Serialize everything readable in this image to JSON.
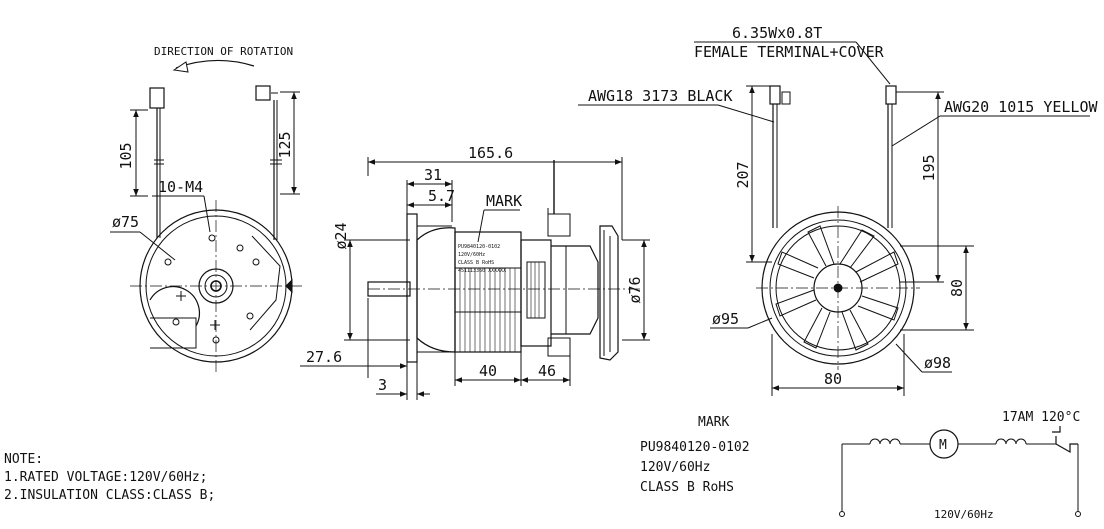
{
  "colors": {
    "ink": "#111111",
    "background": "#ffffff"
  },
  "left_view": {
    "rotation_label": "DIRECTION OF ROTATION",
    "dim_lead_left": "105",
    "dim_lead_right": "125",
    "dim_holes": "10-M4",
    "dim_diameter": "ø75"
  },
  "side_view": {
    "dim_overall_length": "165.6",
    "dim_a": "31",
    "dim_b": "5.7",
    "mark_label": "MARK",
    "dim_shaft_dia": "ø24",
    "dim_fan_dia": "ø76",
    "dim_shaft_ext": "27.6",
    "dim_flange": "3",
    "dim_stator": "40",
    "dim_fan_depth": "46",
    "nameplate_lines": [
      "PU9840120-0102",
      "120V/60Hz",
      "CLASS B  RoHS",
      "451113360 XXXXXX"
    ]
  },
  "right_view": {
    "terminal_spec": "6.35Wx0.8T",
    "terminal_label": "FEMALE TERMINAL+COVER",
    "wire_black": "AWG18 3173 BLACK",
    "wire_yellow": "AWG20 1015 YELLOW",
    "dim_black_len": "207",
    "dim_yellow_len": "195",
    "dim_height": "80",
    "dim_width": "80",
    "dim_d95": "ø95",
    "dim_d98": "ø98"
  },
  "mark_block": {
    "title": "MARK",
    "lines": [
      "PU9840120-0102",
      "120V/60Hz",
      "CLASS B   RoHS"
    ]
  },
  "notes": {
    "heading": "NOTE:",
    "lines": [
      "1.RATED VOLTAGE:120V/60Hz;",
      "2.INSULATION CLASS:CLASS B;"
    ]
  },
  "circuit": {
    "thermal_label": "17AM 120°C",
    "motor_symbol": "M",
    "supply_label": "120V/60Hz"
  }
}
